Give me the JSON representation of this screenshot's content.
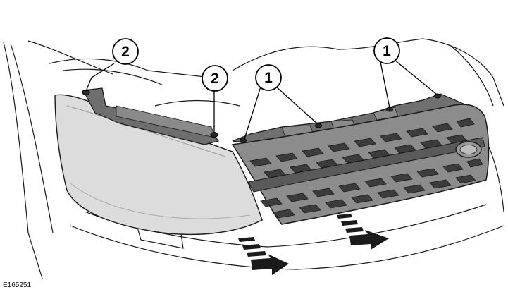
{
  "figure": {
    "id": "E165251"
  },
  "callouts": [
    {
      "number": "2"
    },
    {
      "number": "2"
    },
    {
      "number": "1"
    },
    {
      "number": "1"
    }
  ],
  "colors": {
    "outline": "#1a1a1a",
    "body_fill": "#ffffff",
    "headlamp_fill": "#d9d9d9",
    "grille_fill": "#8c8c8c",
    "grille_dark": "#3c3c3c",
    "bracket_fill": "#6e6e6e"
  }
}
